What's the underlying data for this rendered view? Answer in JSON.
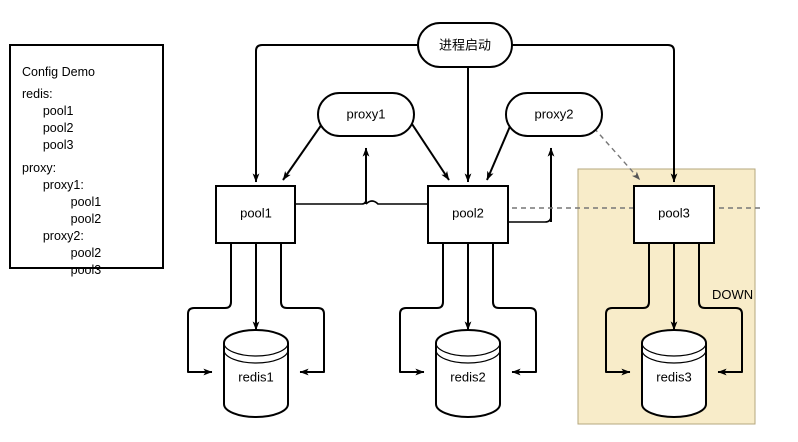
{
  "diagram": {
    "title_node": {
      "label": "进程启动",
      "shape": "rounded-ellipse"
    },
    "config_panel": {
      "name": "Config Demo",
      "lines": [
        "Config Demo",
        "",
        "redis:",
        "      pool1",
        "      pool2",
        "      pool3",
        "",
        "proxy:",
        "      proxy1:",
        "              pool1",
        "              pool2",
        "      proxy2:",
        "              pool2",
        "              pool3"
      ]
    },
    "proxies": [
      {
        "id": "proxy1",
        "label": "proxy1"
      },
      {
        "id": "proxy2",
        "label": "proxy2"
      }
    ],
    "pools": [
      {
        "id": "pool1",
        "label": "pool1"
      },
      {
        "id": "pool2",
        "label": "pool2"
      },
      {
        "id": "pool3",
        "label": "pool3"
      }
    ],
    "datastores": [
      {
        "id": "redis1",
        "label": "redis1"
      },
      {
        "id": "redis2",
        "label": "redis2"
      },
      {
        "id": "redis3",
        "label": "redis3"
      }
    ],
    "region": {
      "label": "DOWN",
      "fill": "#f8ecc9",
      "stroke": "#b5a77e"
    },
    "colors": {
      "stroke": "#000000",
      "node_fill": "#ffffff",
      "dashed_edge": "#777777",
      "region_fill": "#f8ecc9"
    }
  }
}
